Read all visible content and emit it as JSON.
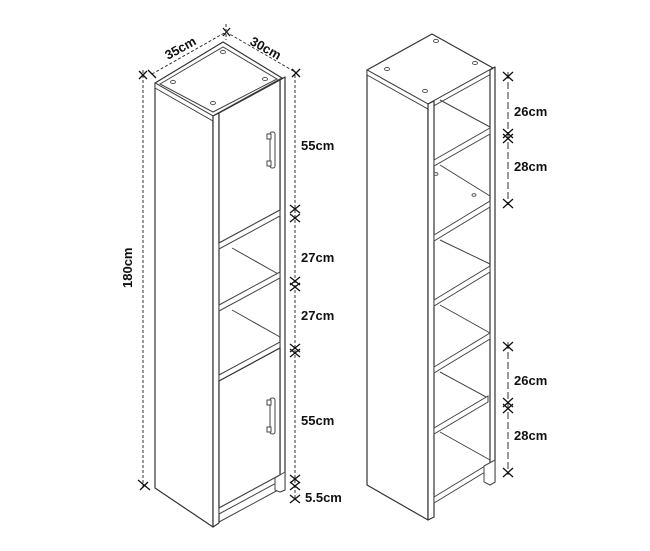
{
  "diagram": {
    "type": "furniture-dimension-drawing",
    "left_cabinet": {
      "description": "Tall cabinet with two doors and two open shelves",
      "width_label": "35cm",
      "depth_label": "30cm",
      "height_label": "180cm",
      "sections": [
        {
          "label": "55cm",
          "kind": "door"
        },
        {
          "label": "27cm",
          "kind": "open-shelf"
        },
        {
          "label": "27cm",
          "kind": "open-shelf"
        },
        {
          "label": "55cm",
          "kind": "door"
        },
        {
          "label": "5.5cm",
          "kind": "plinth"
        }
      ]
    },
    "right_cabinet": {
      "description": "Tall open shelving unit with six compartments",
      "sections_top": [
        {
          "label": "26cm"
        },
        {
          "label": "28cm"
        }
      ],
      "sections_bottom": [
        {
          "label": "26cm"
        },
        {
          "label": "28cm"
        }
      ]
    },
    "colors": {
      "line": "#333333",
      "background": "#ffffff",
      "text": "#111111"
    }
  }
}
